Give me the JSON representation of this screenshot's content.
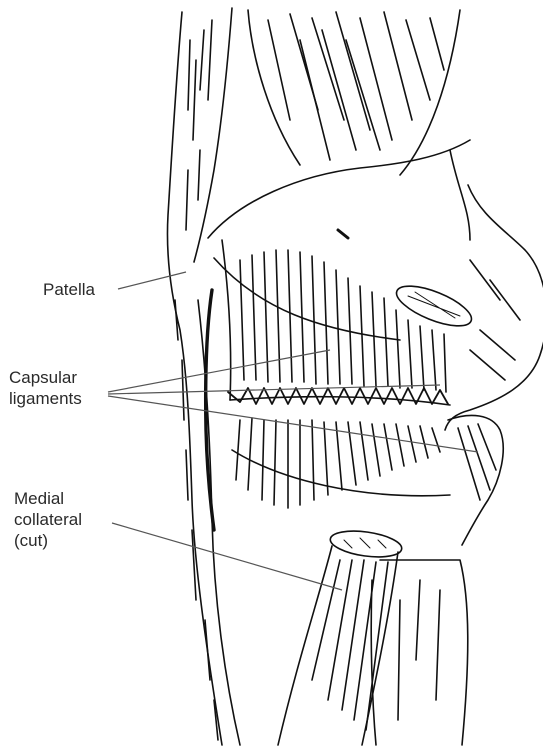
{
  "labels": {
    "patella": "Patella",
    "capsular_lines": [
      "Capsular",
      "ligaments"
    ],
    "medial_lines": [
      "Medial",
      "collateral",
      "(cut)"
    ]
  },
  "colors": {
    "ink": "#111111",
    "leader": "#555555",
    "text": "#2a2a2a",
    "background": "#ffffff"
  }
}
